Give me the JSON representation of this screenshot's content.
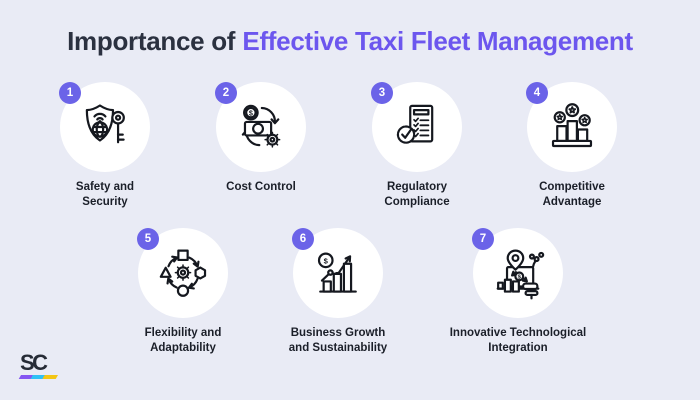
{
  "title": {
    "prefix": "Importance of",
    "highlight": "Effective Taxi Fleet Management"
  },
  "colors": {
    "background": "#e9ebf5",
    "circle_fill": "#ffffff",
    "badge": "#6b63e8",
    "title_text": "#2b3140",
    "title_accent": "#6c56ee",
    "label_text": "#1b1f29",
    "icon_stroke": "#15181f",
    "logo_text": "#262b36",
    "logo_underline": [
      "#8455f2",
      "#2fc1f5",
      "#f3c614"
    ]
  },
  "items": [
    {
      "number": "1",
      "label": "Safety and\nSecurity",
      "icon": "shield-globe-key-icon"
    },
    {
      "number": "2",
      "label": "Cost Control",
      "icon": "money-cycle-gear-icon"
    },
    {
      "number": "3",
      "label": "Regulatory\nCompliance",
      "icon": "checklist-document-icon"
    },
    {
      "number": "4",
      "label": "Competitive\nAdvantage",
      "icon": "podium-stars-icon"
    },
    {
      "number": "5",
      "label": "Flexibility and\nAdaptability",
      "icon": "cycle-shapes-gear-icon"
    },
    {
      "number": "6",
      "label": "Business Growth\nand Sustainability",
      "icon": "growth-chart-icon"
    },
    {
      "number": "7",
      "label": "Innovative Technological\nIntegration",
      "icon": "smart-fleet-tech-icon"
    }
  ],
  "logo": {
    "text": "SC"
  }
}
